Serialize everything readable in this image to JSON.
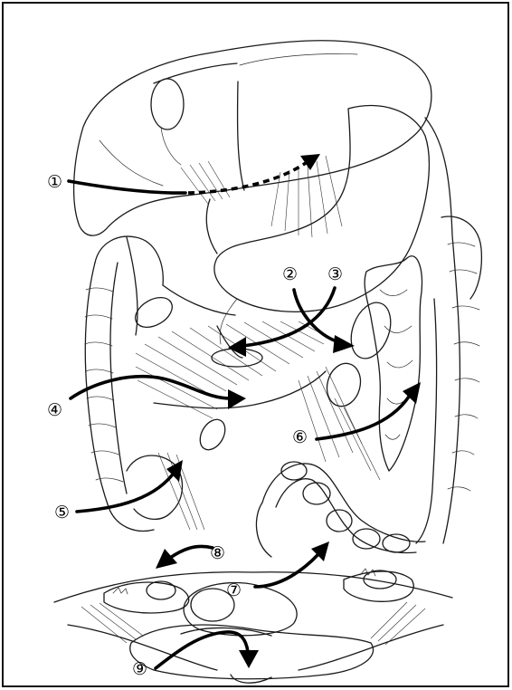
{
  "markers": [
    {
      "id": "1",
      "text": "①"
    },
    {
      "id": "2",
      "text": "②"
    },
    {
      "id": "3",
      "text": "③"
    },
    {
      "id": "4",
      "text": "④"
    },
    {
      "id": "5",
      "text": "⑤"
    },
    {
      "id": "6",
      "text": "⑥"
    },
    {
      "id": "7",
      "text": "⑦"
    },
    {
      "id": "8",
      "text": "⑧"
    },
    {
      "id": "9",
      "text": "⑨"
    }
  ],
  "colors": {
    "line": "#000000",
    "background": "#ffffff"
  }
}
